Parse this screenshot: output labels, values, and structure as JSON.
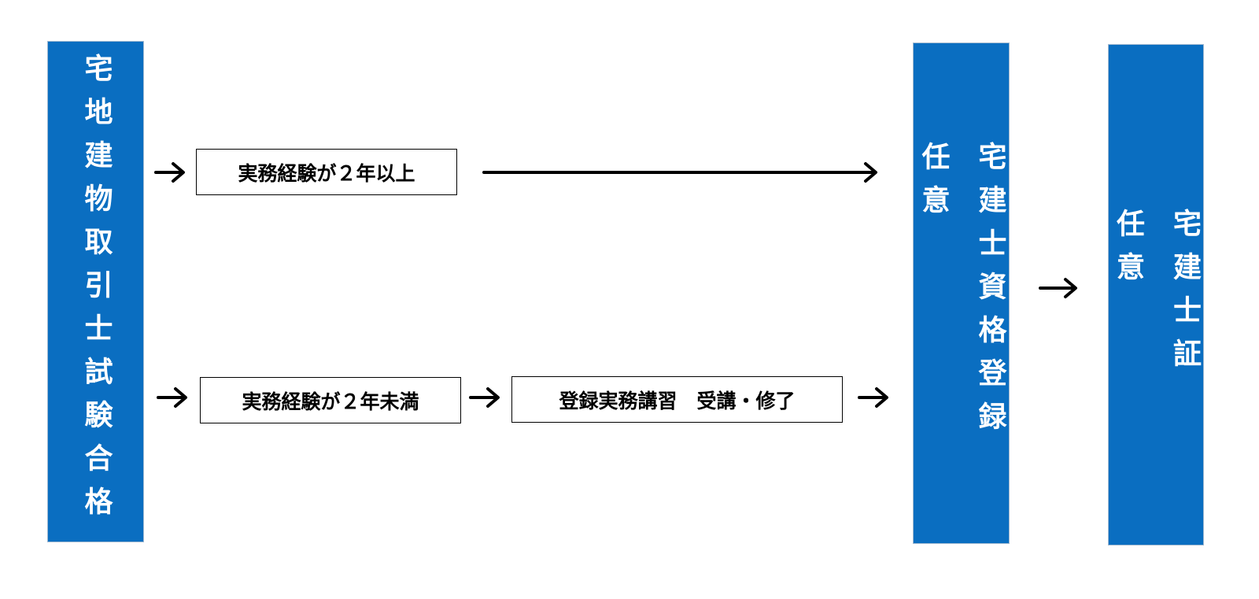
{
  "bars": {
    "exam_pass": "宅地建物取引士試験合格",
    "registration": "宅建士資格登録\n\n任意",
    "certificate": "宅建士証\n\n任意"
  },
  "boxes": {
    "experience_over": "実務経験が２年以上",
    "experience_under": "実務経験が２年未満",
    "course": "登録実務講習　受講・修了"
  },
  "colors": {
    "bar_fill": "#0a6ec1",
    "bar_text": "#ffffff",
    "box_border": "#000000",
    "arrow": "#000000"
  }
}
